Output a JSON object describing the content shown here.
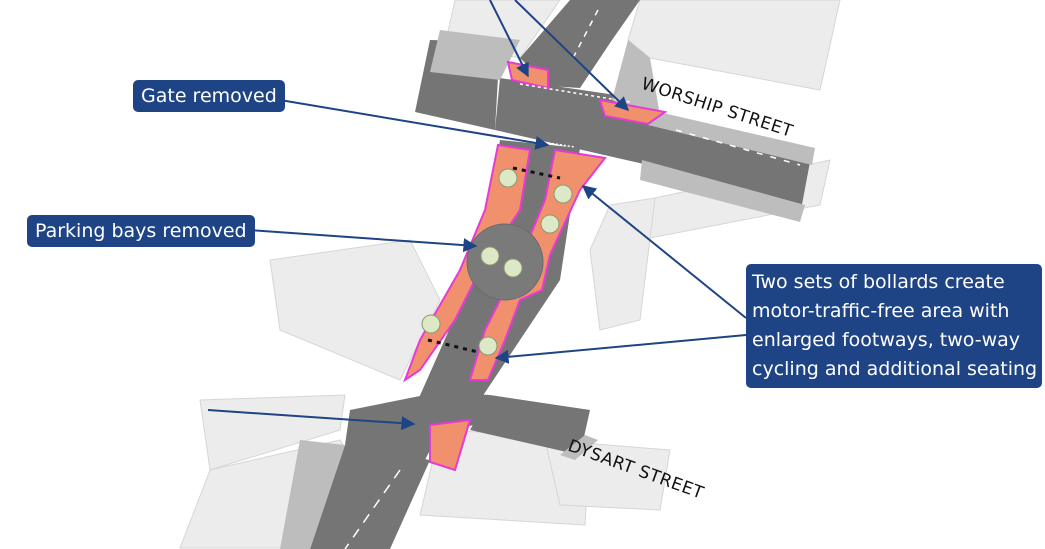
{
  "streets": {
    "worship": "WORSHIP STREET",
    "dysart": "DYSART STREET"
  },
  "callouts": {
    "gate": "Gate removed",
    "parking": "Parking bays removed",
    "bollards_lines": [
      "Two sets of bollards create",
      "motor-traffic-free area with",
      "enlarged footways, two-way",
      "cycling and additional seating"
    ]
  },
  "colors": {
    "callout_bg": "#1f4485",
    "carriageway": "#757575",
    "footway_new": "#f0906c",
    "boundary": "#e43bd6",
    "building": "#ececec",
    "tree": "#dde8c7"
  },
  "icons": [
    "tree-icon",
    "bollard-icon",
    "arrow-icon"
  ]
}
